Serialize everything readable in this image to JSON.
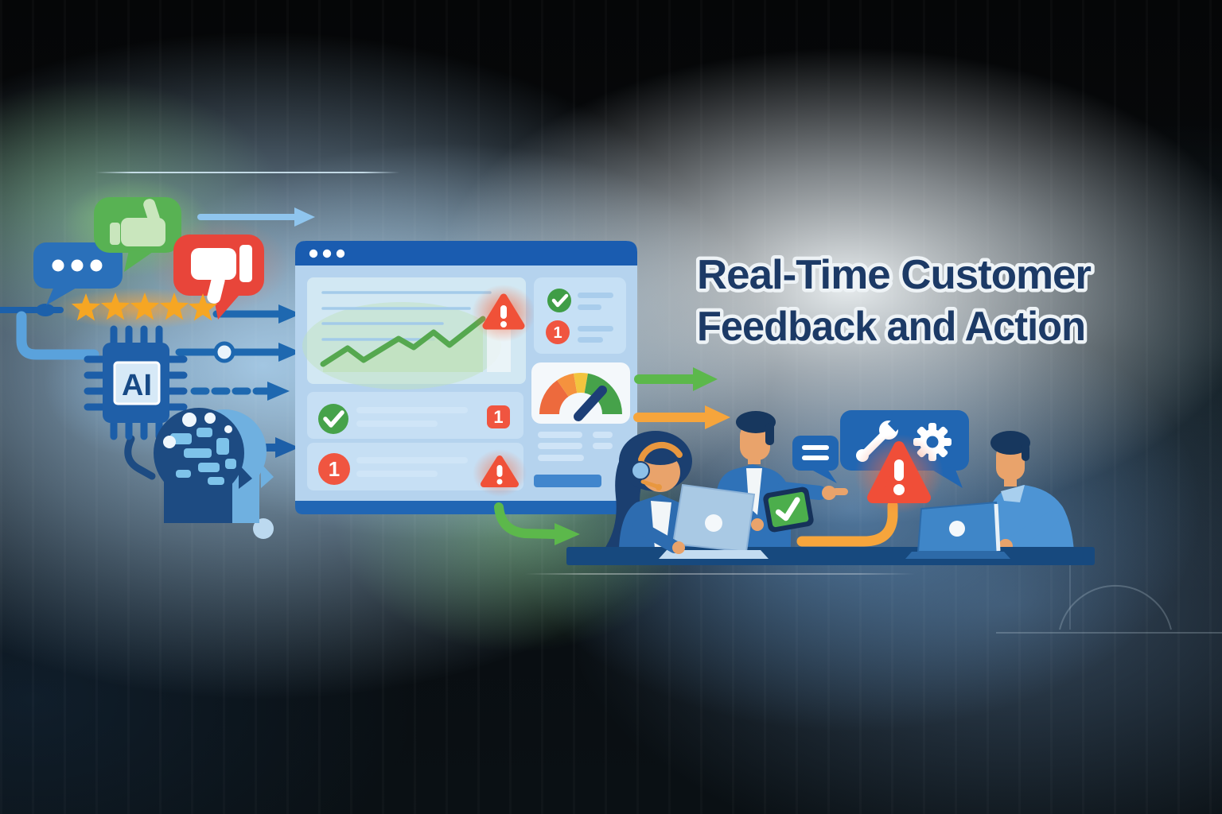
{
  "title": {
    "line1": "Real-Time Customer",
    "line2": "Feedback and Action"
  },
  "ai_chip": {
    "label": "AI"
  },
  "dashboard": {
    "summary_badge": "1",
    "row1_badge": "1",
    "row2_badge": "1"
  },
  "icons": {
    "left_column": [
      "chat-bubble-dots-icon",
      "thumbs-up-icon",
      "thumbs-down-icon",
      "five-star-rating-icon",
      "ai-chip-icon",
      "ai-head-circuit-icon"
    ],
    "dashboard": [
      "window-dots-icon",
      "line-chart",
      "alert-triangle-icon",
      "check-circle-icon",
      "alert-circle-icon",
      "gauge-meter-icon",
      "alert-badge"
    ],
    "team_scene": [
      "speech-bubble-lines-icon",
      "wrench-icon",
      "gear-icon",
      "alert-triangle-icon",
      "tablet-check-icon",
      "headset-icon",
      "laptop-icon"
    ]
  },
  "colors": {
    "title_navy": "#1c3a66",
    "primary_blue": "#1f63b4",
    "window_body_blue": "#b5d3ee",
    "green_line": "#55a84f",
    "arrow_green": "#5cb84b",
    "arrow_orange": "#f6a53c",
    "star_orange": "#f6a623",
    "alert_red": "#f05540",
    "bubble_red": "#e8453a",
    "bubble_green": "#58b253",
    "bubble_blue": "#2a70ba",
    "table_navy": "#17497e",
    "skin": "#e9a36b",
    "gauge_segments": [
      "#ed6a3d",
      "#f5923e",
      "#f2c43e",
      "#46a24a"
    ]
  }
}
